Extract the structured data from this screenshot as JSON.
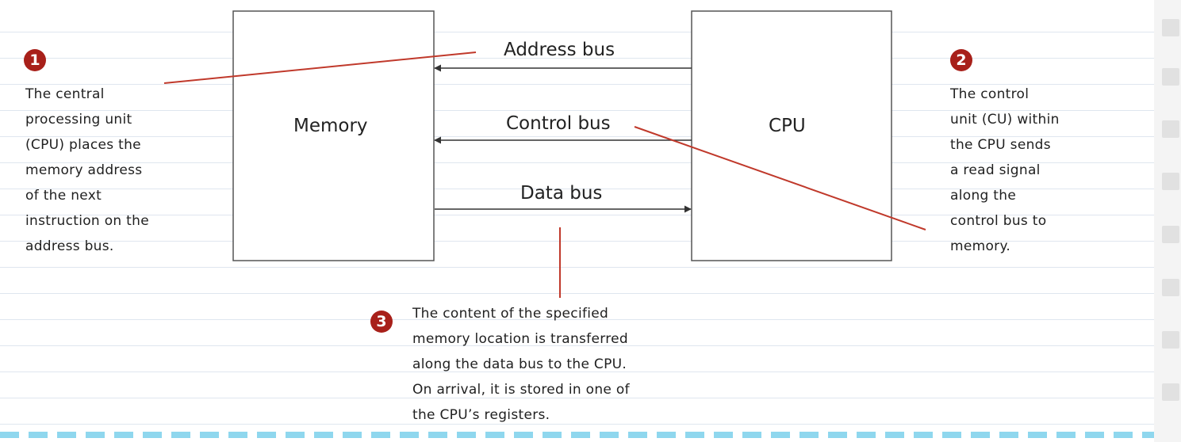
{
  "colors": {
    "callout_line": "#c0392b",
    "badge": "#a8201a",
    "box_border": "#555555",
    "arrow": "#333333",
    "dash": "#8fd7ee",
    "ruling": "#dfe6ef"
  },
  "boxes": {
    "memory": "Memory",
    "cpu": "CPU"
  },
  "buses": {
    "address": "Address bus",
    "control": "Control bus",
    "data": "Data bus"
  },
  "notes": [
    {
      "number": "1",
      "lines": [
        "The central",
        "processing unit",
        "(CPU) places the",
        "memory address",
        "of the next",
        "instruction on the",
        "address bus."
      ]
    },
    {
      "number": "2",
      "lines": [
        "The control",
        "unit (CU) within",
        "the CPU sends",
        "a read signal",
        "along the",
        "control bus to",
        "memory."
      ]
    },
    {
      "number": "3",
      "lines": [
        "The content of the specified",
        "memory location is transferred",
        "along the data bus to the CPU.",
        "On arrival, it is stored in one of",
        "the CPU’s registers."
      ]
    }
  ]
}
